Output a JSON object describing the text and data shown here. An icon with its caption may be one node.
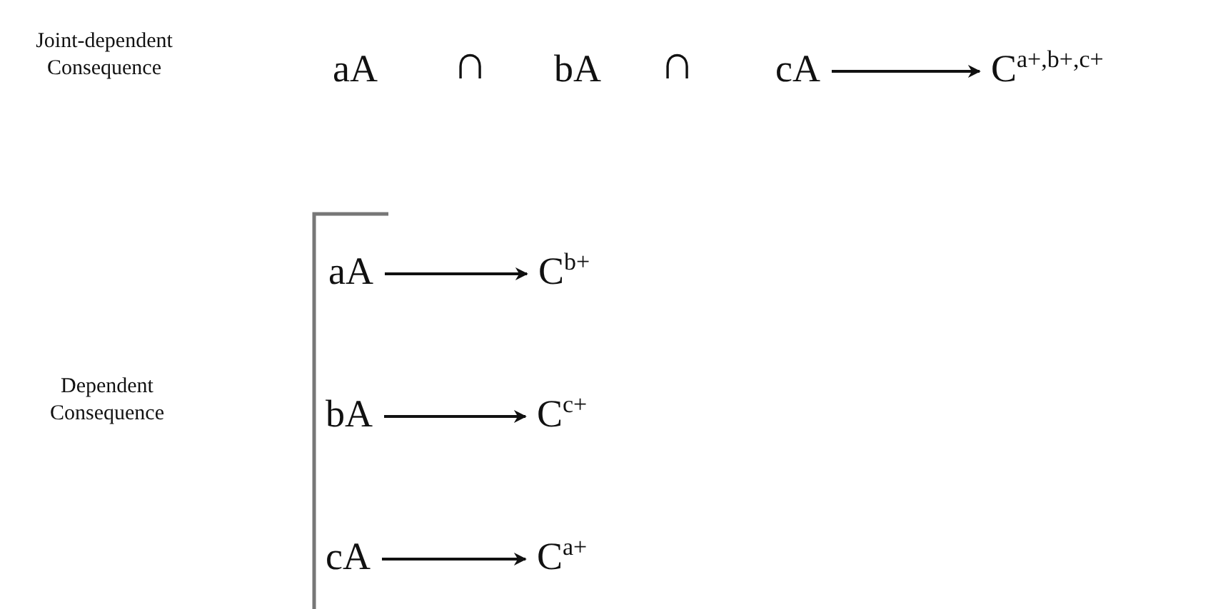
{
  "diagram": {
    "nodes": [
      {
        "text": [
          "aA"
        ]
      },
      {
        "text": [
          "bA"
        ]
      },
      {
        "text": [
          "cA"
        ]
      },
      {
        "text": [
          "C$^{a+,b+,c+}$"
        ]
      },
      {
        "text": [
          "aA"
        ]
      },
      {
        "text": [
          "C$^{b+}$"
        ]
      },
      {
        "text": [
          "bA"
        ]
      },
      {
        "text": [
          "C$^{c+}$"
        ]
      },
      {
        "text": [
          "cA"
        ]
      },
      {
        "text": [
          "C$^{a+}$"
        ]
      }
    ],
    "edges": [
      {
        "from": 2,
        "to": 3,
        "arrow": "to"
      },
      {
        "from": 4,
        "to": 5,
        "arrow": "to"
      },
      {
        "from": 6,
        "to": 7,
        "arrow": "to"
      },
      {
        "from": 8,
        "to": 9,
        "arrow": "to"
      }
    ],
    "labels": [
      "Joint-dependent Consequence",
      "∩",
      "∩",
      "Dependent Consequence"
    ]
  }
}
